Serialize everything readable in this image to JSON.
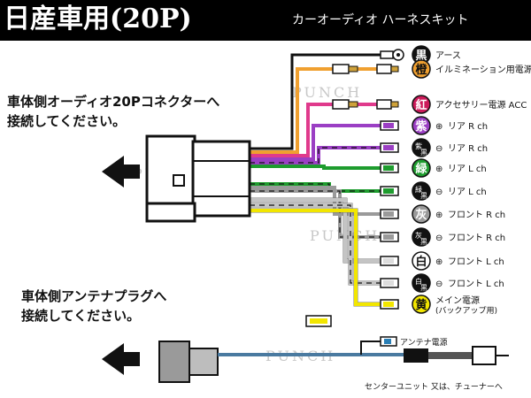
{
  "title": {
    "main": "日産車用(20P)",
    "sub": "カーオーディオ ハーネスキット"
  },
  "instructions": {
    "top_line1": "車体側オーディオ20Pコネクターへ",
    "top_line2": "接続してください。",
    "bottom_line1": "車体側アンテナプラグへ",
    "bottom_line2": "接続してください。"
  },
  "watermark": "PUNCH",
  "wires": [
    {
      "color_char": "黒",
      "label": "アース",
      "wire_color": "#111111",
      "circle_fill": "#111111",
      "text_color": "#ffffff",
      "terminal": "ring"
    },
    {
      "color_char": "橙",
      "label": "イルミネーション用電源",
      "wire_color": "#f0a030",
      "circle_fill": "#f0a030",
      "text_color": "#111111",
      "terminal": "bullet"
    },
    {
      "color_char": "紅",
      "label": "アクセサリー電源 ACC",
      "wire_color": "#e03a8c",
      "circle_fill": "#cc1a5a",
      "text_color": "#ffffff",
      "terminal": "bullet"
    },
    {
      "color_char": "紫",
      "label": "リア R ch",
      "polarity": "⊕",
      "wire_color": "#9b3fc4",
      "circle_fill": "#9b3fc4",
      "text_color": "#ffffff",
      "terminal": "spade"
    },
    {
      "color_char": "紫",
      "sub_char": "黒",
      "label": "リア R ch",
      "polarity": "⊖",
      "wire_color": "#9b3fc4",
      "circle_fill": "#111111",
      "text_color": "#ffffff",
      "terminal": "spade"
    },
    {
      "color_char": "緑",
      "label": "リア L ch",
      "polarity": "⊕",
      "wire_color": "#1e9c2e",
      "circle_fill": "#1e9c2e",
      "text_color": "#ffffff",
      "terminal": "spade"
    },
    {
      "color_char": "緑",
      "sub_char": "黒",
      "label": "リア L ch",
      "polarity": "⊖",
      "wire_color": "#1e9c2e",
      "circle_fill": "#111111",
      "text_color": "#ffffff",
      "terminal": "spade"
    },
    {
      "color_char": "灰",
      "label": "フロント R ch",
      "polarity": "⊕",
      "wire_color": "#9a9a9a",
      "circle_fill": "#9a9a9a",
      "text_color": "#ffffff",
      "terminal": "spade"
    },
    {
      "color_char": "灰",
      "sub_char": "黒",
      "label": "フロント R ch",
      "polarity": "⊖",
      "wire_color": "#9a9a9a",
      "circle_fill": "#111111",
      "text_color": "#ffffff",
      "terminal": "spade"
    },
    {
      "color_char": "白",
      "label": "フロント L ch",
      "polarity": "⊕",
      "wire_color": "#c4c4c4",
      "circle_fill": "#ffffff",
      "text_color": "#111111",
      "terminal": "spade"
    },
    {
      "color_char": "白",
      "sub_char": "黒",
      "label": "フロント L ch",
      "polarity": "⊖",
      "wire_color": "#c4c4c4",
      "circle_fill": "#111111",
      "text_color": "#ffffff",
      "terminal": "spade"
    },
    {
      "color_char": "黄",
      "label": "メイン電源",
      "label2": "(バックアップ用)",
      "wire_color": "#f2e600",
      "circle_fill": "#f2e600",
      "text_color": "#111111",
      "terminal": "spade"
    }
  ],
  "antenna": {
    "power_label": "アンテナ電源",
    "unit_label": "センターユニット 又は、チューナーへ",
    "wire_color": "#4a7aa0"
  }
}
